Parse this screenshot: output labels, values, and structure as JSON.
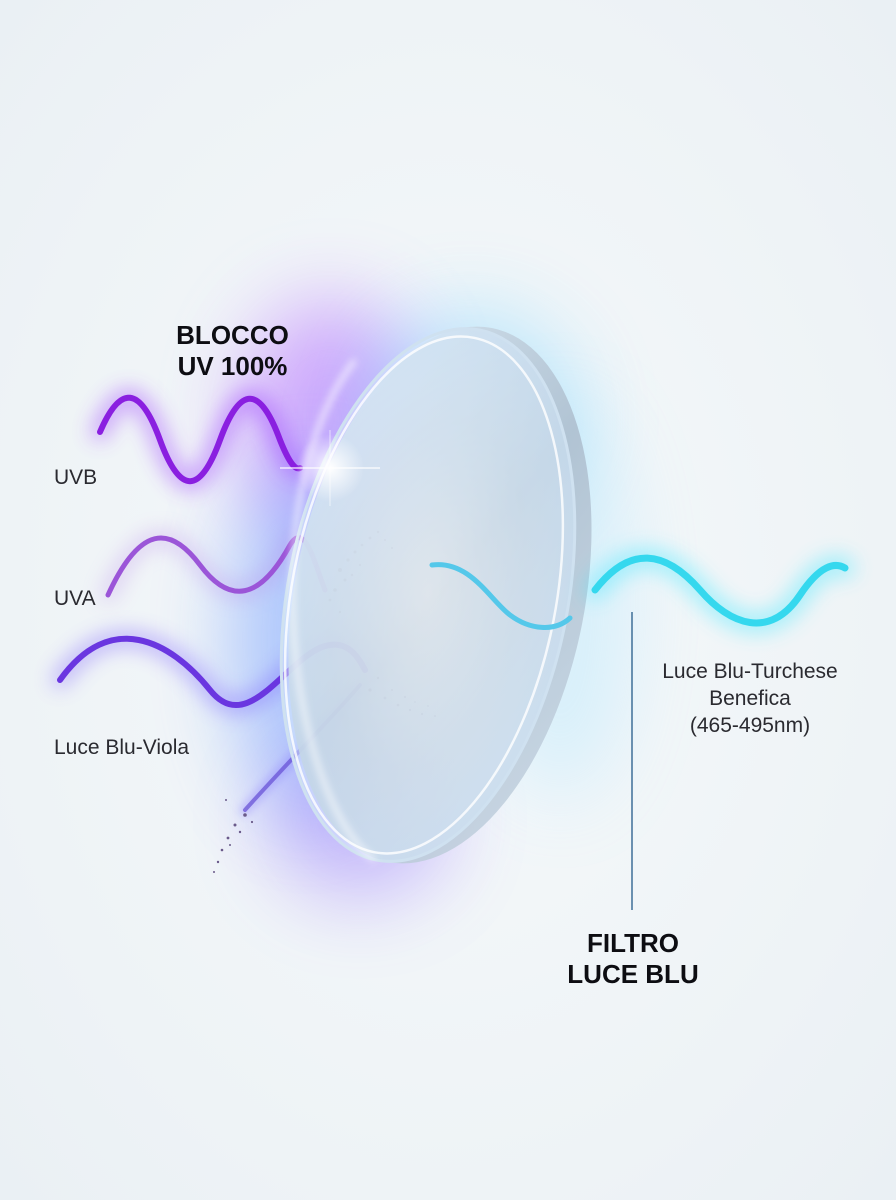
{
  "labels": {
    "uv_block_line1": "BLOCCO",
    "uv_block_line2": "UV 100%",
    "uvb": "UVB",
    "uva": "UVA",
    "blue_violet": "Luce Blu-Viola",
    "turquoise_line1": "Luce Blu-Turchese",
    "turquoise_line2": "Benefica",
    "turquoise_line3": "(465-495nm)",
    "filter_line1": "FILTRO",
    "filter_line2": "LUCE BLU"
  },
  "colors": {
    "uvb": "#8a1fe0",
    "uva": "#9b55d8",
    "blue_violet": "#6a36e0",
    "turquoise": "#35d8ee",
    "lens_edge": "#b9cad8",
    "glow_violet": "#b06bff",
    "glow_blue": "#4fc6ff"
  }
}
